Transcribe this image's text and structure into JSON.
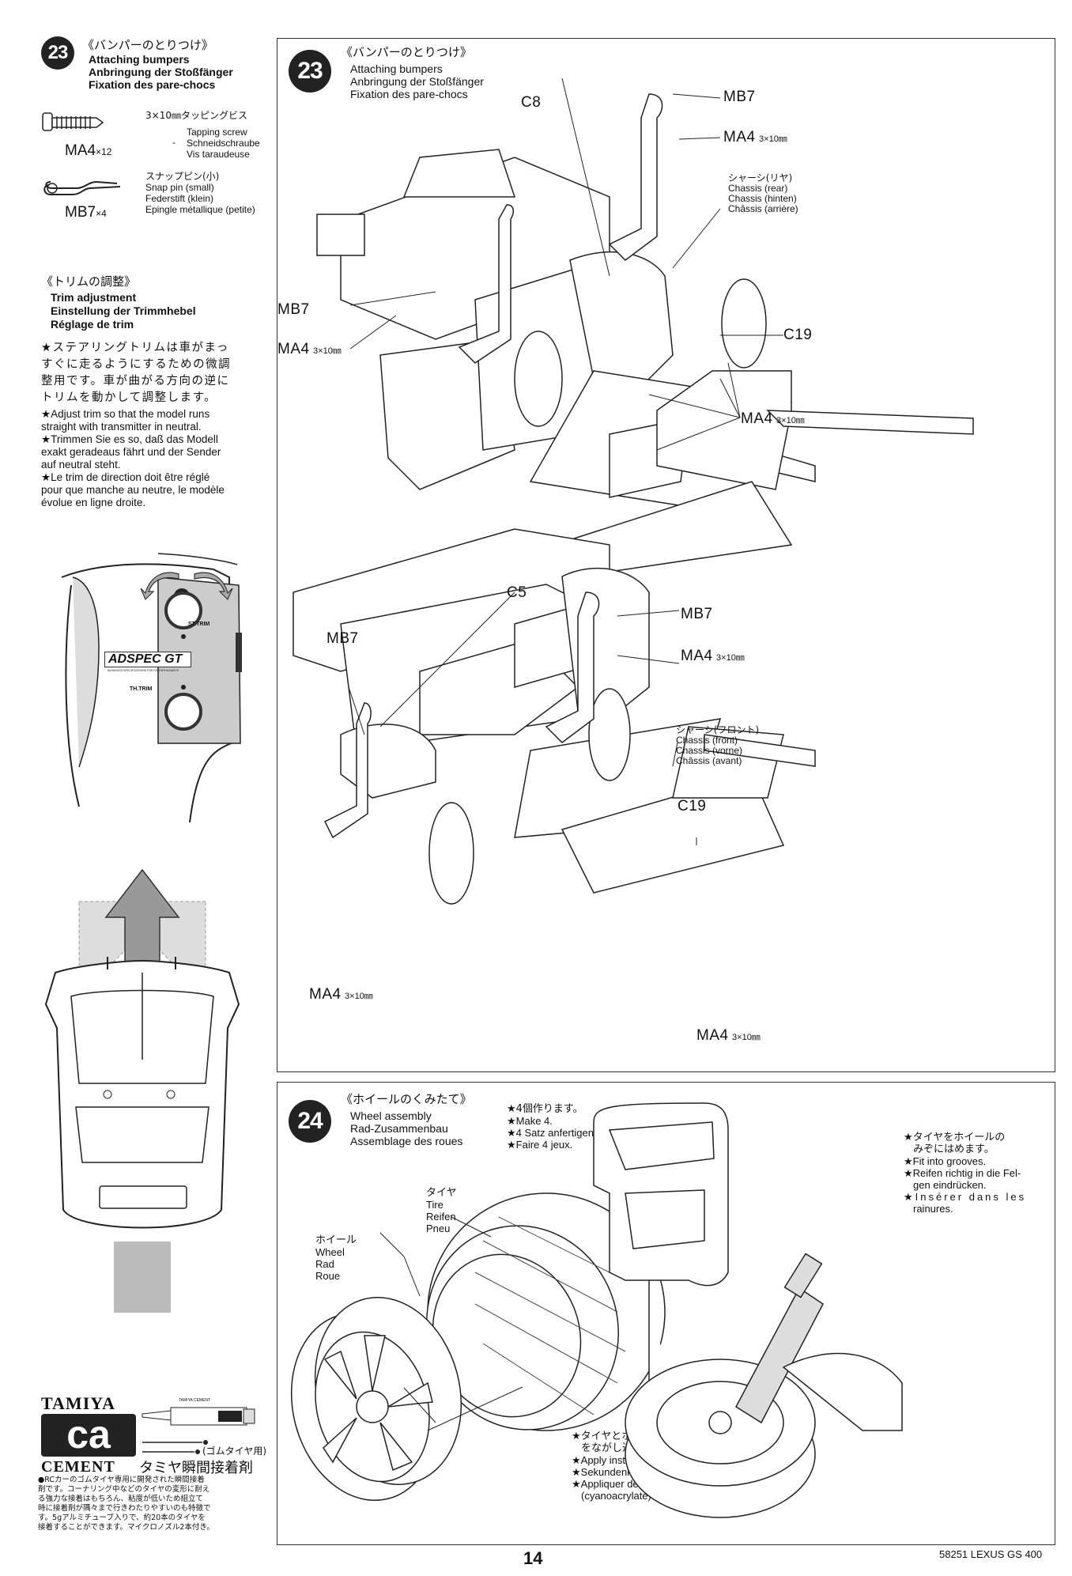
{
  "step23_side": {
    "number": "23",
    "title_jp": "《バンパーのとりつけ》",
    "title_en": "Attaching bumpers",
    "title_de": "Anbringung der Stoßfänger",
    "title_fr": "Fixation des pare-chocs",
    "parts": [
      {
        "code": "MA4",
        "qty": "×12",
        "size_jp": "3×10㎜タッピングビス",
        "en": "Tapping screw",
        "dash": "-",
        "de": "Schneidschraube",
        "fr": "Vis taraudeuse"
      },
      {
        "code": "MB7",
        "qty": "×4",
        "size_jp": "スナップピン(小)",
        "en": "Snap pin (small)",
        "de": "Federstift (klein)",
        "fr": "Epingle métallique (petite)"
      }
    ]
  },
  "trim": {
    "title_jp": "《トリムの調整》",
    "title_en": "Trim adjustment",
    "title_de": "Einstellung der Trimmhebel",
    "title_fr": "Réglage de trim",
    "text_jp": [
      "★ステアリングトリムは車がまっ",
      "すぐに走るようにするための微調",
      "整用です。車が曲がる方向の逆に",
      "トリムを動かして調整します。"
    ],
    "text_en": [
      "★Adjust trim so that the model runs",
      "straight with transmitter in neutral."
    ],
    "text_de": [
      "★Trimmen Sie es so, daß das Modell",
      "exakt geradeaus fährt und der Sender",
      "auf neutral steht."
    ],
    "text_fr": [
      "★Le trim de direction doit être réglé",
      "pour que manche au neutre, le modèle",
      "évolue en ligne droite."
    ],
    "transmitter": {
      "st_label": "ST.TRIM",
      "th_label": "TH.TRIM",
      "brand": "ADSPEC GT",
      "brand_sub": "ADVANCED SPECIFICATIONS FOR R/C ENTHUSIASTS"
    }
  },
  "step23_main": {
    "number": "23",
    "title_jp": "《バンパーのとりつけ》",
    "title_en": "Attaching bumpers",
    "title_de": "Anbringung der Stoßfänger",
    "title_fr": "Fixation des pare-chocs",
    "rear": {
      "c8": "C8",
      "mb7_left": "MB7",
      "ma4_left": "MA4",
      "ma4_left_size": "3×10㎜",
      "mb7_right": "MB7",
      "ma4_right": "MA4",
      "ma4_right_size": "3×10㎜",
      "chassis": [
        "シャーシ(リヤ)",
        "Chassis (rear)",
        "Chassis (hinten)",
        "Châssis (arrière)"
      ],
      "c19": "C19",
      "ma4_bottom": "MA4",
      "ma4_bottom_size": "3×10㎜"
    },
    "front": {
      "c5": "C5",
      "mb7_left": "MB7",
      "mb7_right": "MB7",
      "ma4_right": "MA4",
      "ma4_right_size": "3×10㎜",
      "chassis": [
        "シャーシ(フロント)",
        "Chassis (front)",
        "Chassis (vorne)",
        "Châssis (avant)"
      ],
      "c19": "C19",
      "ma4_left": "MA4",
      "ma4_left_size": "3×10㎜",
      "ma4_bottom": "MA4",
      "ma4_bottom_size": "3×10㎜"
    }
  },
  "step24": {
    "number": "24",
    "title_jp": "《ホイールのくみたて》",
    "title_en": "Wheel assembly",
    "title_de": "Rad-Zusammenbau",
    "title_fr": "Assemblage des roues",
    "make": [
      "★4個作ります。",
      "★Make 4.",
      "★4 Satz anfertigen.",
      "★Faire 4 jeux."
    ],
    "tire": [
      "タイヤ",
      "Tire",
      "Reifen",
      "Pneu"
    ],
    "wheel": [
      "ホイール",
      "Wheel",
      "Rad",
      "Roue"
    ],
    "fit": [
      "★タイヤをホイールの",
      "みぞにはめます。",
      "★Fit into grooves.",
      "★Reifen richtig in die Fel-",
      "gen eindrücken.",
      "★Insérer dans les",
      "rainures."
    ],
    "cement": [
      "★タイヤとホイールの間に瞬間接着剤",
      "をながし込んで接着します。",
      "★Apply instant cement.",
      "★Sekundenkleber auftragen.",
      "★Appliquer de la colle rapide",
      "(cyanoacrylate)."
    ]
  },
  "ad": {
    "brand": "TAMIYA",
    "logo": "ca",
    "cement": "CEMENT",
    "tube_label": "TAMIYA CEMENT",
    "gomu": "(ゴムタイヤ用)",
    "name_jp": "タミヤ瞬間接着剤",
    "text": [
      "●RCカーのゴムタイヤ専用に開発された瞬間接着",
      "剤です。コーナリング中などのタイヤの変形に耐え",
      "る強力な接着はもちろん、粘度が低いため組立て",
      "時に接着剤が隅々まで行きわたりやすいのも特徴で",
      "す。5gアルミチューブ入りで、約20本のタイヤを",
      "接着することができます。マイクロノズル2本付き。"
    ]
  },
  "footer": {
    "page": "14",
    "model": "58251 LEXUS GS 400"
  }
}
